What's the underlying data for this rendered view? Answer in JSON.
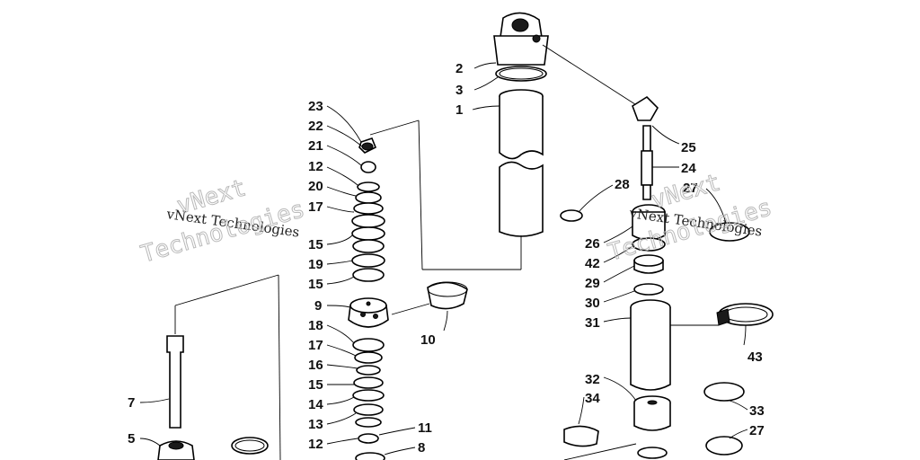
{
  "watermark": {
    "text_small": "vNext Technologies",
    "text_large_line1": "vNext",
    "text_large_line2": "Technologies"
  },
  "callouts": {
    "c1": "1",
    "c2": "2",
    "c3": "3",
    "c5": "5",
    "c7": "7",
    "c8": "8",
    "c9": "9",
    "c10": "10",
    "c11": "11",
    "c12a": "12",
    "c12b": "12",
    "c13": "13",
    "c14": "14",
    "c15a": "15",
    "c15b": "15",
    "c15c": "15",
    "c16": "16",
    "c17a": "17",
    "c17b": "17",
    "c18": "18",
    "c19": "19",
    "c20": "20",
    "c21": "21",
    "c22": "22",
    "c23": "23",
    "c24": "24",
    "c25": "25",
    "c26": "26",
    "c27a": "27",
    "c27b": "27",
    "c28": "28",
    "c29": "29",
    "c30": "30",
    "c31": "31",
    "c32": "32",
    "c33": "33",
    "c34": "34",
    "c42": "42",
    "c43": "43"
  }
}
